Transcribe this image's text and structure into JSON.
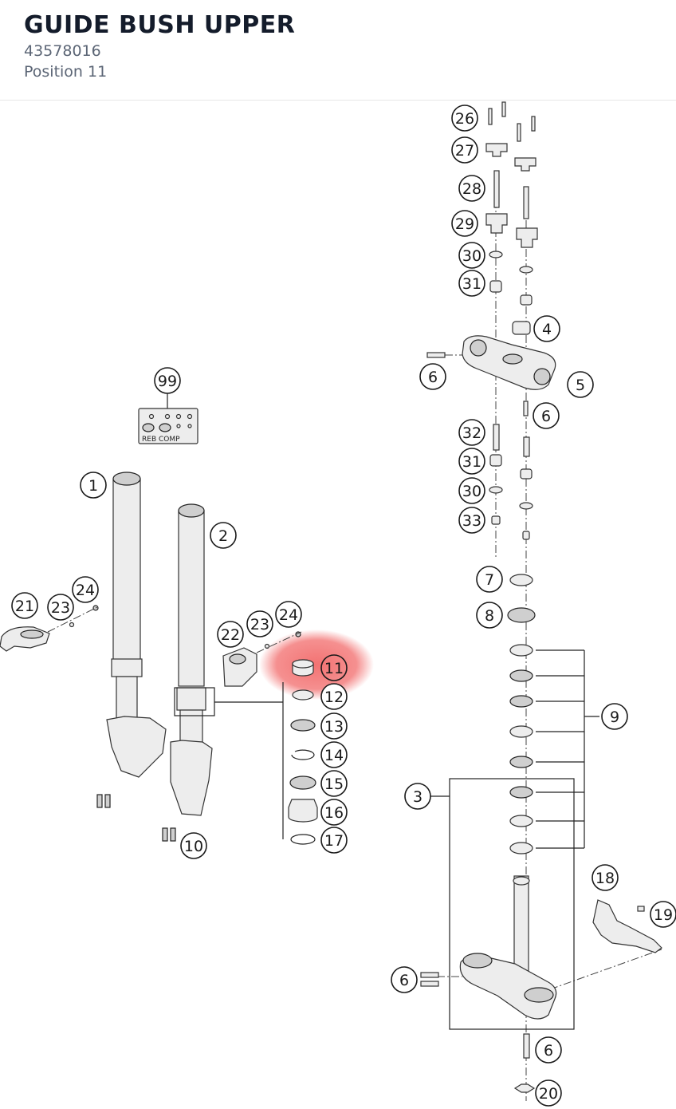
{
  "header": {
    "title": "GUIDE BUSH UPPER",
    "part_number": "43578016",
    "position": "Position 11"
  },
  "diagram": {
    "highlighted_position": "11",
    "highlight_color": "#f26b6b",
    "plate_label": "REB COMP",
    "callouts": [
      "26",
      "27",
      "28",
      "29",
      "30",
      "31",
      "4",
      "6",
      "5",
      "6",
      "32",
      "31",
      "30",
      "33",
      "7",
      "8",
      "9",
      "3",
      "18",
      "19",
      "6",
      "6",
      "20",
      "99",
      "1",
      "2",
      "21",
      "23",
      "24",
      "22",
      "23",
      "24",
      "11",
      "12",
      "13",
      "14",
      "15",
      "16",
      "17",
      "10"
    ]
  }
}
